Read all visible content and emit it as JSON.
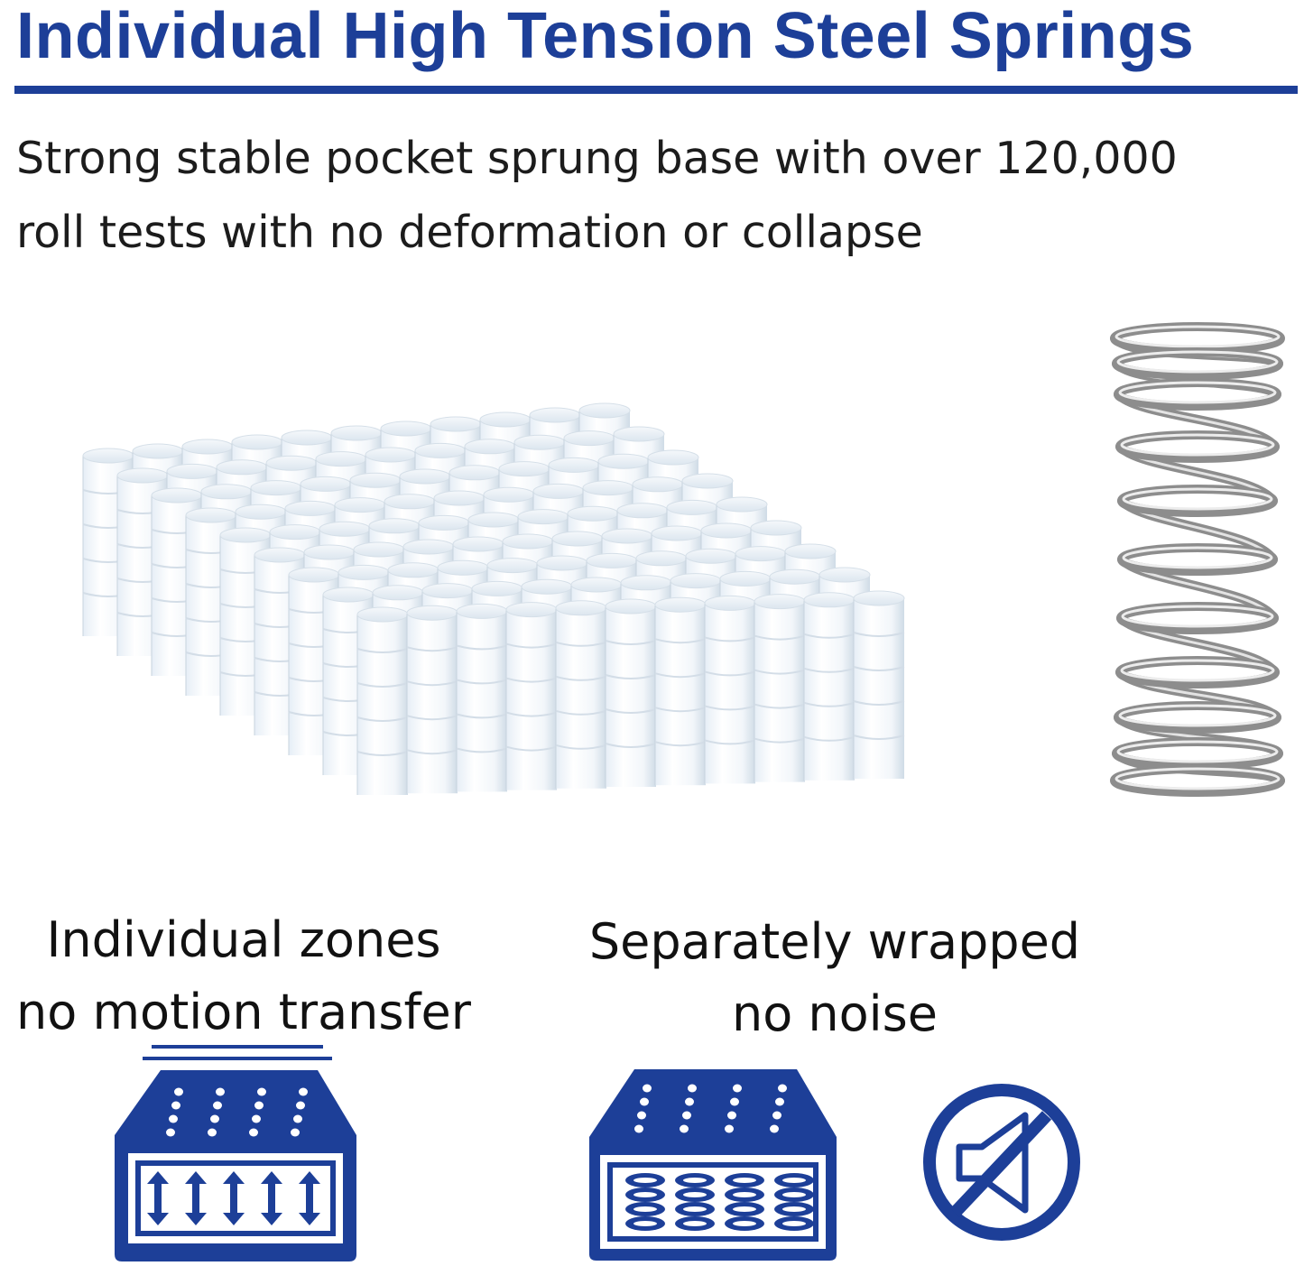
{
  "header": {
    "title": "Individual High Tension Steel Springs",
    "subtitle": "Strong stable pocket sprung base with over 120,000 roll tests with no deformation or collapse"
  },
  "images": {
    "spring_block": "pocket-spring-unit",
    "single_spring": "steel-coil-spring"
  },
  "features": [
    {
      "line1": "Individual zones",
      "line2": "no motion transfer",
      "icon": "mattress-arrows-icon"
    },
    {
      "line1": "Separately wrapped",
      "line2": "no noise",
      "icon": "mattress-coils-icon"
    }
  ],
  "extra_icon": "mute-speaker-icon",
  "colors": {
    "brand": "#1d3f98",
    "text": "#1c1c1c",
    "spring_metal": "#9a9a9a"
  }
}
